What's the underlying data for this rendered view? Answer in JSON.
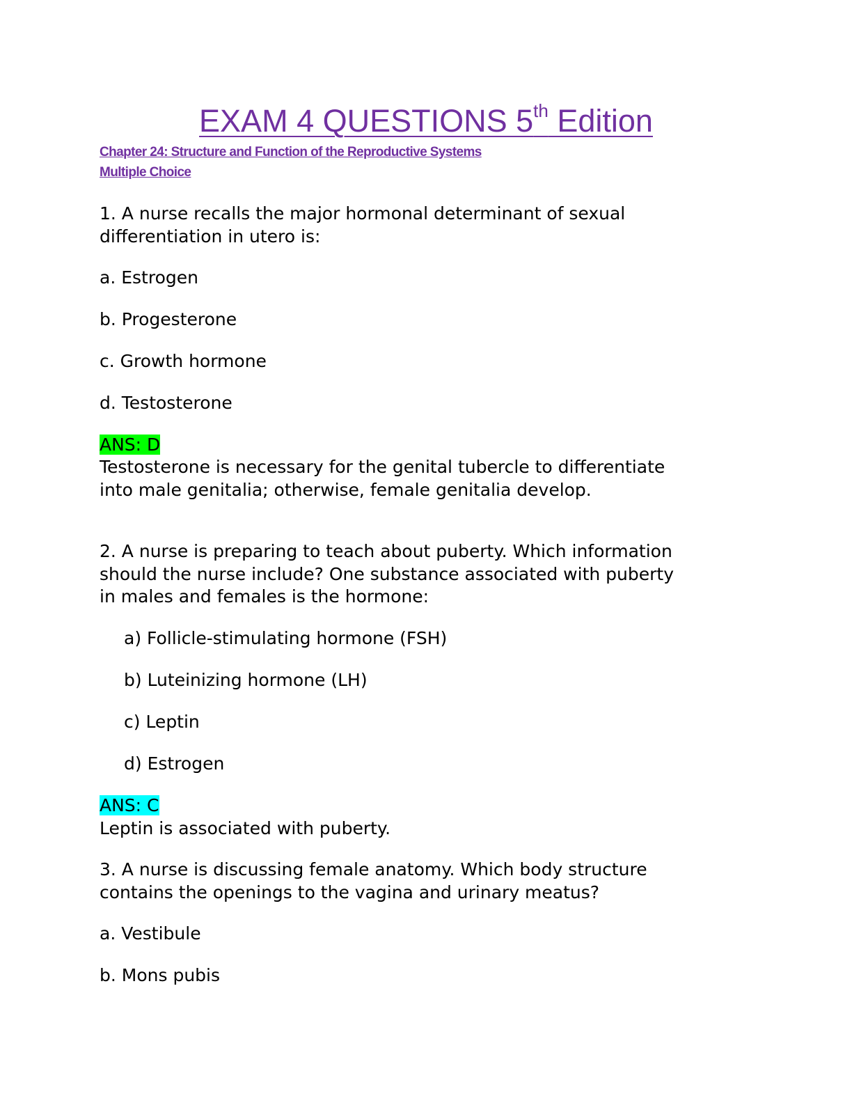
{
  "title": {
    "main": "EXAM 4 QUESTIONS 5",
    "sup": "th",
    "rest": " Edition "
  },
  "chapter": "Chapter 24: Structure and Function of the Reproductive Systems",
  "section": "Multiple Choice ",
  "q1": {
    "lines": [
      "1. A nurse recalls the major hormonal determinant of sexual",
      "differentiation in utero is:"
    ],
    "options": [
      "a. Estrogen",
      "b. Progesterone",
      "c. Growth hormone",
      "d. Testosterone"
    ],
    "answer": "ANS: D",
    "rationale": [
      "Testosterone is necessary for the genital tubercle to differentiate",
      "into male genitalia; otherwise, female genitalia develop."
    ]
  },
  "q2": {
    "lines": [
      "2. A nurse is preparing to teach about puberty. Which information",
      "should the nurse include? One substance associated with puberty",
      "in males and females is the hormone:"
    ],
    "options": [
      "a) Follicle-stimulating hormone (FSH)",
      "b) Luteinizing hormone (LH)",
      "c) Leptin",
      "d) Estrogen"
    ],
    "answer": "ANS: C",
    "rationale": [
      "Leptin is associated with puberty."
    ]
  },
  "q3": {
    "lines": [
      "3. A nurse is discussing female anatomy. Which body structure",
      "contains the openings to the vagina and urinary meatus?"
    ],
    "options": [
      "a. Vestibule",
      "b. Mons pubis"
    ]
  },
  "colors": {
    "heading": "#7030a0",
    "highlight_q1": "#00ff00",
    "highlight_q2": "#00ffff"
  }
}
